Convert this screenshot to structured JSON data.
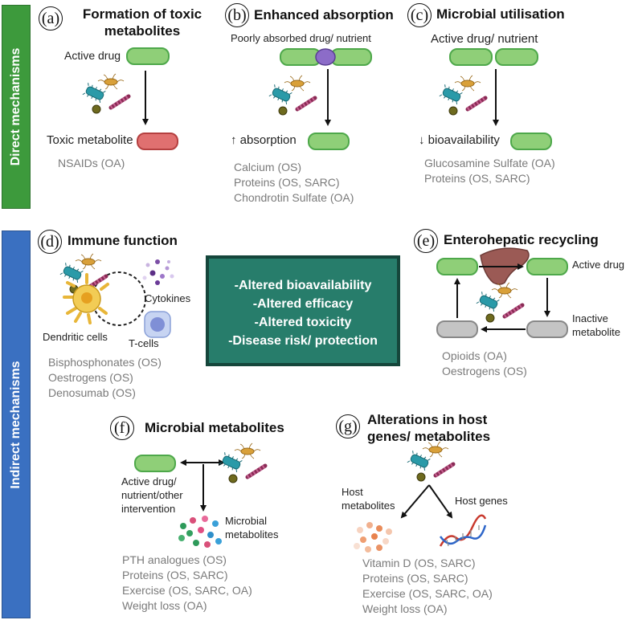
{
  "side_labels": {
    "direct": "Direct mechanisms",
    "indirect": "Indirect mechanisms"
  },
  "panels": {
    "a": {
      "letter": "a",
      "title_line1": "Formation of toxic",
      "title_line2": "metabolites",
      "input_label": "Active drug",
      "output_label": "Toxic metabolite",
      "examples": [
        "NSAIDs (OA)"
      ]
    },
    "b": {
      "letter": "b",
      "title": "Enhanced absorption",
      "input_label": "Poorly absorbed drug/ nutrient",
      "output_label": "↑ absorption",
      "examples": [
        "Calcium (OS)",
        "Proteins (OS, SARC)",
        "Chondrotin Sulfate (OA)"
      ]
    },
    "c": {
      "letter": "c",
      "title": "Microbial utilisation",
      "input_label": "Active drug/ nutrient",
      "output_label": "↓ bioavailability",
      "examples": [
        "Glucosamine Sulfate (OA)",
        "Proteins (OS, SARC)"
      ]
    },
    "d": {
      "letter": "d",
      "title": "Immune function",
      "cytokines_label": "Cytokines",
      "dendritic_label": "Dendritic cells",
      "tcells_label": "T-cells",
      "examples": [
        "Bisphosphonates (OS)",
        "Oestrogens (OS)",
        "Denosumab (OS)"
      ]
    },
    "e": {
      "letter": "e",
      "title": "Enterohepatic recycling",
      "active_label": "Active drug",
      "inactive_label_line1": "Inactive",
      "inactive_label_line2": "metabolite",
      "examples": [
        "Opioids (OA)",
        "Oestrogens (OS)"
      ]
    },
    "f": {
      "letter": "f",
      "title": "Microbial metabolites",
      "drug_label_line1": "Active drug/",
      "drug_label_line2": "nutrient/other",
      "drug_label_line3": "intervention",
      "metabolites_label_line1": "Microbial",
      "metabolites_label_line2": "metabolites",
      "examples": [
        "PTH analogues (OS)",
        "Proteins (OS, SARC)",
        "Exercise (OS, SARC, OA)",
        "Weight loss (OA)"
      ]
    },
    "g": {
      "letter": "g",
      "title_line1": "Alterations in host",
      "title_line2": "genes/ metabolites",
      "host_metabolites_line1": "Host",
      "host_metabolites_line2": "metabolites",
      "host_genes": "Host genes",
      "examples": [
        "Vitamin D (OS, SARC)",
        "Proteins (OS, SARC)",
        "Exercise (OS, SARC, OA)",
        "Weight loss (OA)"
      ]
    }
  },
  "center": {
    "lines": [
      "-Altered bioavailability",
      "-Altered efficacy",
      "-Altered toxicity",
      "-Disease risk/ protection"
    ]
  },
  "colors": {
    "direct_bar": "#3d9a3c",
    "indirect_bar": "#3a70c1",
    "center_fill": "#277d6b",
    "pill_green": "#8fcf78",
    "pill_red": "#e07070",
    "pill_grey": "#c4c4c4",
    "liver": "#9b5a55"
  }
}
